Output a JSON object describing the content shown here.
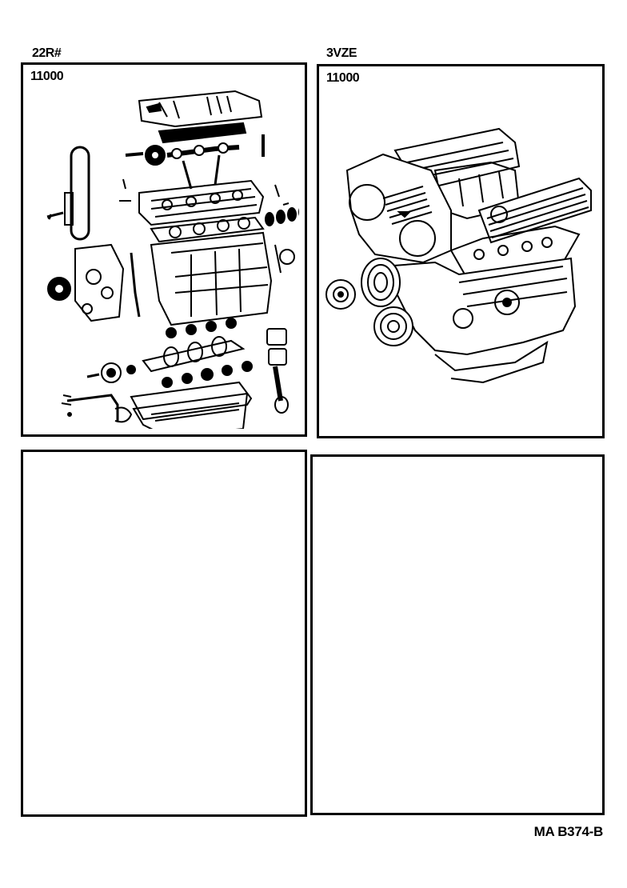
{
  "panels": [
    {
      "engine_label": "22R#",
      "part_code": "11000",
      "illustration": "exploded-engine-assembly-22r"
    },
    {
      "engine_label": "3VZE",
      "part_code": "11000",
      "illustration": "v6-engine-assembly-3vze"
    },
    {
      "engine_label": "",
      "part_code": "",
      "illustration": "empty"
    },
    {
      "engine_label": "",
      "part_code": "",
      "illustration": "empty"
    }
  ],
  "footer": {
    "figure_code": "MA B374-B"
  },
  "colors": {
    "ink": "#000000",
    "paper": "#ffffff"
  }
}
